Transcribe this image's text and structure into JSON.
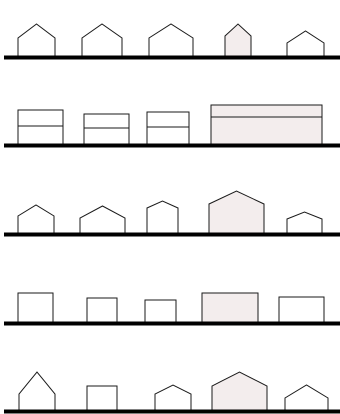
{
  "colors": {
    "background": "#ffffff",
    "stroke": "#1a1a1a",
    "ground": "#000000",
    "plain_fill": "#ffffff",
    "highlight_fill": "#f3eded"
  },
  "rows": [
    {
      "name": "row-1-gable-houses",
      "shapes": [
        {
          "name": "gable-house-1",
          "kind": "gable",
          "highlighted": false
        },
        {
          "name": "gable-house-2",
          "kind": "gable",
          "highlighted": false
        },
        {
          "name": "gable-house-3",
          "kind": "gable",
          "highlighted": false
        },
        {
          "name": "gable-house-4",
          "kind": "gable",
          "highlighted": true
        },
        {
          "name": "gable-house-5",
          "kind": "gable",
          "highlighted": false
        }
      ]
    },
    {
      "name": "row-2-two-storey-blocks",
      "shapes": [
        {
          "name": "two-storey-block-1",
          "kind": "two-storey",
          "highlighted": false
        },
        {
          "name": "two-storey-block-2",
          "kind": "two-storey",
          "highlighted": false
        },
        {
          "name": "two-storey-block-3",
          "kind": "two-storey",
          "highlighted": false
        },
        {
          "name": "two-storey-block-4",
          "kind": "two-storey",
          "highlighted": true
        }
      ]
    },
    {
      "name": "row-3-mixed-gable-houses",
      "shapes": [
        {
          "name": "gable-house-1",
          "kind": "gable",
          "highlighted": false
        },
        {
          "name": "gable-house-2",
          "kind": "gable",
          "highlighted": false
        },
        {
          "name": "gable-house-3",
          "kind": "gable",
          "highlighted": false
        },
        {
          "name": "gable-house-4",
          "kind": "gable",
          "highlighted": true
        },
        {
          "name": "gable-house-5",
          "kind": "gable",
          "highlighted": false
        }
      ]
    },
    {
      "name": "row-4-flat-boxes",
      "shapes": [
        {
          "name": "flat-box-1",
          "kind": "flat",
          "highlighted": false
        },
        {
          "name": "flat-box-2",
          "kind": "flat",
          "highlighted": false
        },
        {
          "name": "flat-box-3",
          "kind": "flat",
          "highlighted": false
        },
        {
          "name": "flat-box-4",
          "kind": "flat",
          "highlighted": true
        },
        {
          "name": "flat-box-5",
          "kind": "flat",
          "highlighted": false
        }
      ]
    },
    {
      "name": "row-5-mixed-shapes",
      "shapes": [
        {
          "name": "gable-house-1",
          "kind": "gable",
          "highlighted": false
        },
        {
          "name": "flat-box-2",
          "kind": "flat",
          "highlighted": false
        },
        {
          "name": "gable-house-3",
          "kind": "gable",
          "highlighted": false
        },
        {
          "name": "gable-house-4",
          "kind": "gable",
          "highlighted": true
        },
        {
          "name": "gable-house-5",
          "kind": "gable",
          "highlighted": false
        }
      ]
    }
  ]
}
